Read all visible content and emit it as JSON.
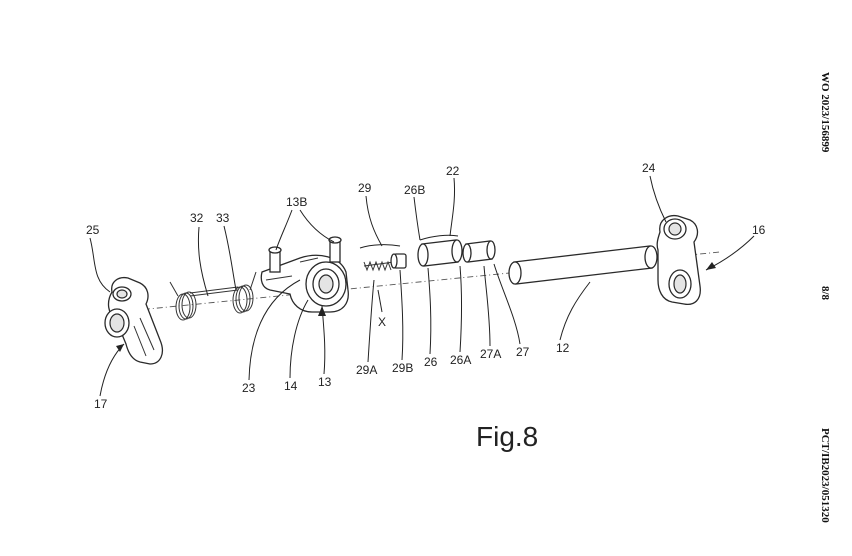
{
  "figure": {
    "caption": "Fig.8"
  },
  "margin": {
    "publication_number": "WO 2023/156899",
    "sheet": "8/8",
    "application_number": "PCT/IB2023/051320"
  },
  "labels": {
    "l25": "25",
    "l32": "32",
    "l33": "33",
    "l13B": "13B",
    "l29": "29",
    "l26B": "26B",
    "l22": "22",
    "l24": "24",
    "l16": "16",
    "lX": "X",
    "l17": "17",
    "l23": "23",
    "l14": "14",
    "l13": "13",
    "l29A": "29A",
    "l29B": "29B",
    "l26": "26",
    "l26A": "26A",
    "l27A": "27A",
    "l27": "27",
    "l12": "12"
  }
}
